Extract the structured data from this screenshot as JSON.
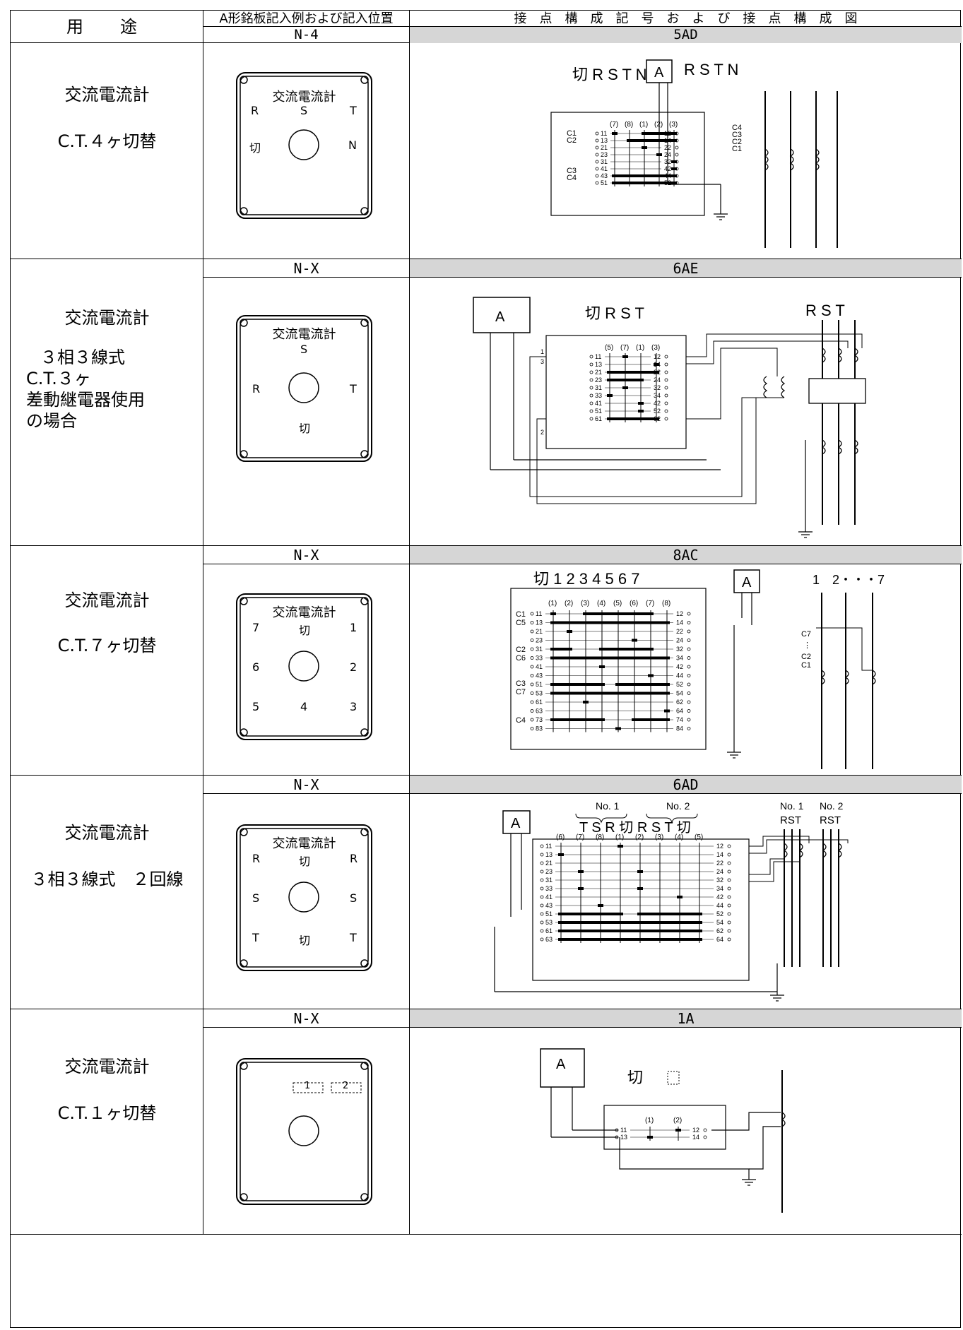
{
  "header": {
    "use_label": "用　途",
    "plate_label": "A形銘板記入例および記入位置",
    "contact_label": "接　点　構　成　記　号　お　よ　び　接　点　構　成　図"
  },
  "rows": [
    {
      "plate_code": "N-4",
      "contact_code": "5AD",
      "use_lines": [
        "交流電流計",
        "C.T.４ヶ切替"
      ],
      "plate": {
        "title": "交流電流計",
        "marks": [
          "R",
          "S",
          "T",
          "切",
          "N"
        ]
      },
      "diagram": {
        "positions": "切 R S T N",
        "meter": "A",
        "phases": "R S T N",
        "cols": [
          "(7)",
          "(8)",
          "(1)",
          "(2)",
          "(3)"
        ],
        "left_terms": [
          "11",
          "13",
          "21",
          "23",
          "31",
          "41",
          "43",
          "51"
        ],
        "right_terms": [
          "12",
          "14",
          "22",
          "24",
          "32",
          "42",
          "44",
          "52"
        ],
        "inputs_left": [
          "C1",
          "C2",
          "C3",
          "C4"
        ],
        "inputs_right": [
          "C4",
          "C3",
          "C2",
          "C1"
        ]
      }
    },
    {
      "plate_code": "N-X",
      "contact_code": "6AE",
      "use_lines": [
        "交流電流計",
        "３相３線式",
        "C.T.３ヶ",
        "差動継電器使用",
        "の場合"
      ],
      "plate": {
        "title": "交流電流計",
        "marks": [
          "S",
          "R",
          "T",
          "切"
        ]
      },
      "diagram": {
        "positions": "切 R S T",
        "meter": "A",
        "phases": "R S T",
        "cols": [
          "(5)",
          "(7)",
          "(1)",
          "(3)"
        ],
        "left_terms": [
          "11",
          "13",
          "21",
          "23",
          "31",
          "33",
          "41",
          "51",
          "61"
        ],
        "right_terms": [
          "12",
          "14",
          "22",
          "24",
          "32",
          "34",
          "42",
          "52",
          "62"
        ],
        "marks": [
          "1",
          "3",
          "2"
        ]
      }
    },
    {
      "plate_code": "N-X",
      "contact_code": "8AC",
      "use_lines": [
        "交流電流計",
        "C.T.７ヶ切替"
      ],
      "plate": {
        "title": "交流電流計",
        "marks": [
          "7",
          "切",
          "1",
          "6",
          "2",
          "5",
          "4",
          "3"
        ]
      },
      "diagram": {
        "positions": "切 1 2 3 4 5 6 7",
        "meter": "A",
        "phases": "1　2・・・7",
        "cols": [
          "(1)",
          "(2)",
          "(3)",
          "(4)",
          "(5)",
          "(6)",
          "(7)",
          "(8)"
        ],
        "left_terms": [
          "11",
          "13",
          "21",
          "23",
          "31",
          "33",
          "41",
          "43",
          "51",
          "53",
          "61",
          "63",
          "73",
          "83"
        ],
        "right_terms": [
          "12",
          "14",
          "22",
          "24",
          "32",
          "34",
          "42",
          "44",
          "52",
          "54",
          "62",
          "64",
          "74",
          "84"
        ],
        "inputs_left": [
          "C1",
          "C5",
          "C2",
          "C6",
          "C3",
          "C7",
          "C4"
        ],
        "inputs_right": [
          "C7",
          "⋮",
          "C2",
          "C1"
        ]
      }
    },
    {
      "plate_code": "N-X",
      "contact_code": "6AD",
      "use_lines": [
        "交流電流計",
        "３相３線式　２回線"
      ],
      "plate": {
        "title": "交流電流計",
        "marks": [
          "R",
          "切",
          "R",
          "S",
          "S",
          "T",
          "切",
          "T"
        ]
      },
      "diagram": {
        "group1": "No. 1",
        "group2": "No. 2",
        "positions": "T S R 切 R S T 切",
        "meter": "A",
        "phases1": "No. 1",
        "phases2": "No. 2",
        "rst": "RST",
        "cols": [
          "(6)",
          "(7)",
          "(8)",
          "(1)",
          "(2)",
          "(3)",
          "(4)",
          "(5)"
        ],
        "left_terms": [
          "11",
          "13",
          "21",
          "23",
          "31",
          "33",
          "41",
          "43",
          "51",
          "53",
          "61",
          "63"
        ],
        "right_terms": [
          "12",
          "14",
          "22",
          "24",
          "32",
          "34",
          "42",
          "44",
          "52",
          "54",
          "62",
          "64"
        ]
      }
    },
    {
      "plate_code": "N-X",
      "contact_code": "1A",
      "use_lines": [
        "交流電流計",
        "C.T.１ヶ切替"
      ],
      "plate": {
        "title": "",
        "marks": [
          "1",
          "2"
        ]
      },
      "diagram": {
        "positions": "切",
        "meter": "A",
        "cols": [
          "(1)",
          "(2)"
        ],
        "left_terms": [
          "11",
          "13"
        ],
        "right_terms": [
          "12",
          "14"
        ]
      }
    }
  ]
}
